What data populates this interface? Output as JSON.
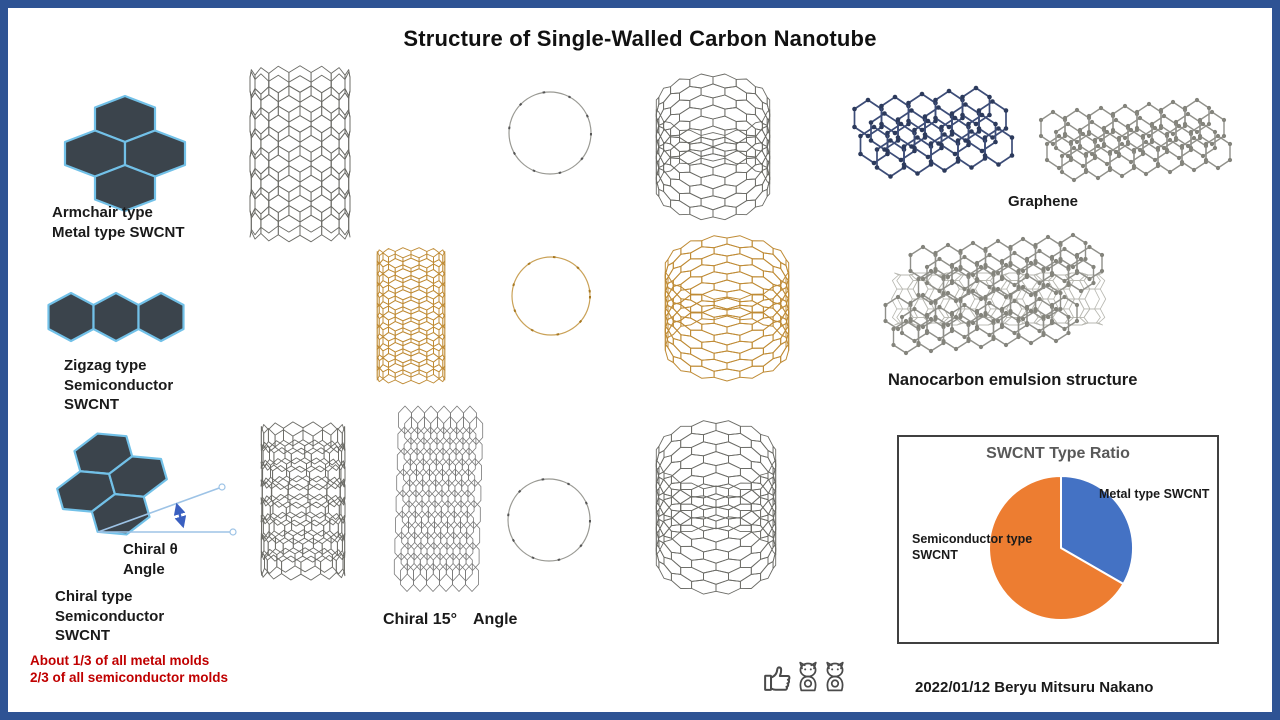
{
  "slide": {
    "title": "Structure of Single-Walled Carbon Nanotube",
    "credit": "2022/01/12 Beryu Mitsuru Nakano",
    "border_color": "#2e5394"
  },
  "left_column": {
    "armchair_label": "Armchair type\nMetal type SWCNT",
    "zigzag_label": "Zigzag type\nSemiconductor\nSWCNT",
    "chiral_angle_label": "Chiral θ\nAngle",
    "chiral_label": "Chiral type\nSemiconductor\nSWCNT",
    "ratio_note": "About 1/3 of all metal molds\n2/3 of all semiconductor molds",
    "ratio_note_color": "#c00000",
    "hexagon_fill": "#3b444c",
    "hexagon_stroke": "#72c1e8",
    "angle_line_color": "#9dc3e6",
    "angle_arrow_color": "#3a5fc0"
  },
  "middle": {
    "chiral15_label": "Chiral 15°　Angle",
    "armchair_tube_color": "#6b6b66",
    "zigzag_tube_color": "#bf8b35",
    "chiral_tube_color": "#6b6b66"
  },
  "right": {
    "graphene_label": "Graphene",
    "emulsion_label": "Nanocarbon emulsion structure",
    "graphene_blue_color": "#3d4d78",
    "graphene_gray_color": "#90908a"
  },
  "icons": {
    "thumbs_up": "thumbs-up-icon",
    "cat": "maneki-neko-cat-icon"
  },
  "chart_data": {
    "type": "pie",
    "title": "SWCNT Type Ratio",
    "slices": [
      {
        "label": "Metal type SWCNT",
        "value": 1,
        "fraction": "1/3",
        "color": "#4472c4"
      },
      {
        "label": "Semiconductor type\nSWCNT",
        "value": 2,
        "fraction": "2/3",
        "color": "#ed7d31"
      }
    ],
    "start_angle_deg": 0,
    "direction": "clockwise",
    "legend_position": "data-labels"
  }
}
